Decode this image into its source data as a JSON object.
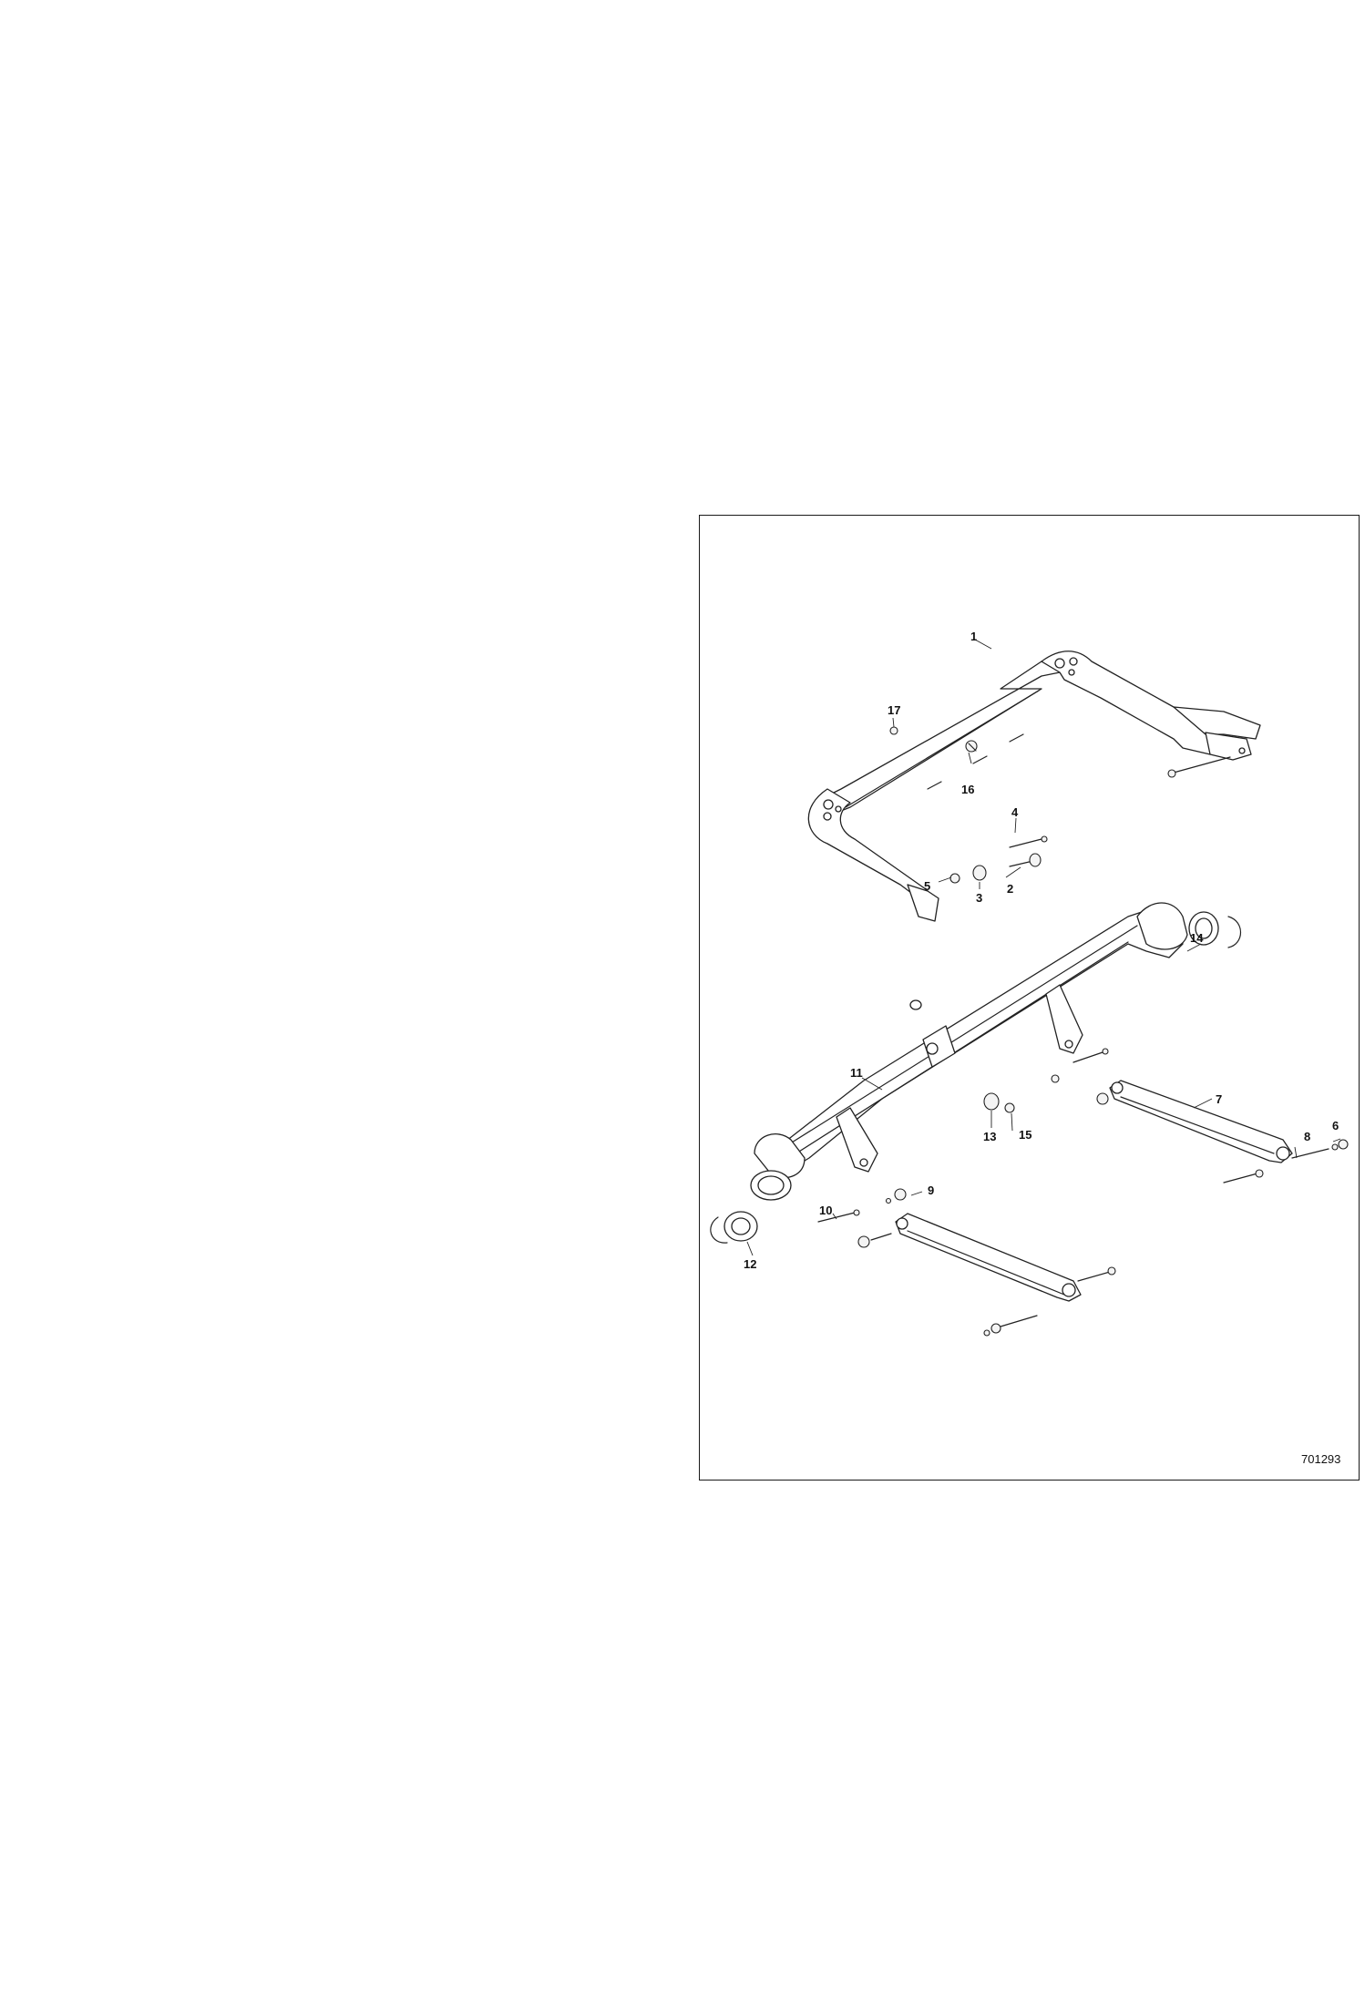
{
  "figure": {
    "number": "701293",
    "callouts": [
      {
        "id": "1",
        "label": "1"
      },
      {
        "id": "2",
        "label": "2"
      },
      {
        "id": "3",
        "label": "3"
      },
      {
        "id": "4",
        "label": "4"
      },
      {
        "id": "5",
        "label": "5"
      },
      {
        "id": "6",
        "label": "6"
      },
      {
        "id": "7",
        "label": "7"
      },
      {
        "id": "8",
        "label": "8"
      },
      {
        "id": "9",
        "label": "9"
      },
      {
        "id": "10",
        "label": "10"
      },
      {
        "id": "11",
        "label": "11"
      },
      {
        "id": "12",
        "label": "12"
      },
      {
        "id": "13",
        "label": "13"
      },
      {
        "id": "14",
        "label": "14"
      },
      {
        "id": "15",
        "label": "15"
      },
      {
        "id": "16",
        "label": "16"
      },
      {
        "id": "17",
        "label": "17"
      }
    ]
  }
}
